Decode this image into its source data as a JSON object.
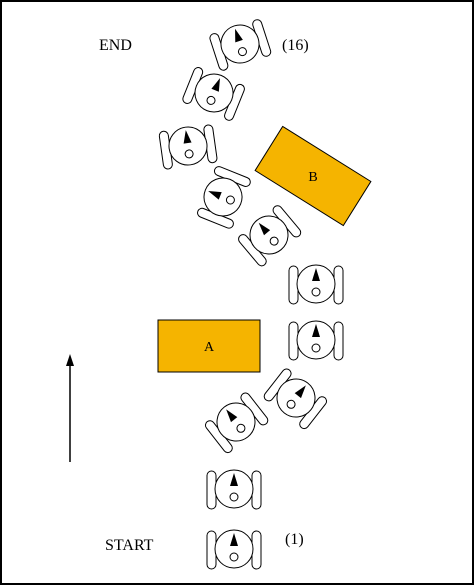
{
  "labels": {
    "end": "END",
    "end_step": "(16)",
    "start": "START",
    "start_step": "(1)"
  },
  "obstacles": [
    {
      "id": "A",
      "label": "A",
      "color": "#F5B400"
    },
    {
      "id": "B",
      "label": "B",
      "color": "#F5B400"
    }
  ],
  "robot_poses_count": 11,
  "direction_arrow": "arrow-up-icon",
  "colors": {
    "obstacle_fill": "#F5B400",
    "outline": "#000000",
    "background": "#FFFFFF"
  }
}
